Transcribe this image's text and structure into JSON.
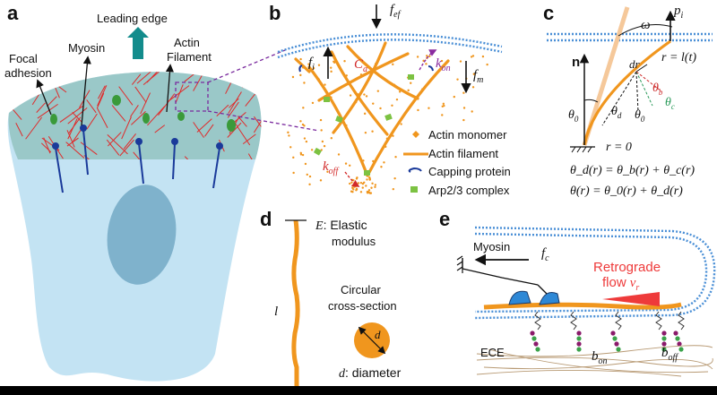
{
  "panels": {
    "a": {
      "letter": "a",
      "leading_edge": "Leading edge",
      "focal_adhesion_1": "Focal",
      "focal_adhesion_2": "adhesion",
      "myosin": "Myosin",
      "actin_1": "Actin",
      "actin_2": "Filament"
    },
    "b": {
      "letter": "b",
      "f_ef": "f",
      "f_ef_sub": "ef",
      "f_i": "f",
      "f_i_sub": "i",
      "c_a": "C",
      "c_a_sub": "a",
      "k_on": "k",
      "k_on_sub": "on",
      "f_m": "f",
      "f_m_sub": "m",
      "k_off": "k",
      "k_off_sub": "off",
      "legend": [
        "Actin monomer",
        "Actin filament",
        "Capping protein",
        "Arp2/3 complex"
      ]
    },
    "c": {
      "letter": "c",
      "p_i": "p",
      "p_i_sub": "i",
      "omega": "ω",
      "n": "n",
      "dr": "dr",
      "theta_b": "θ",
      "theta_b_sub": "b",
      "theta_c": "θ",
      "theta_c_sub": "c",
      "theta_0": "θ",
      "theta_0_sub": "0",
      "theta_d": "θ",
      "theta_d_sub": "d",
      "theta_0b": "θ",
      "theta_0b_sub": "0",
      "r_lt": "r = l(t)",
      "r_0": "r = 0",
      "eq1": "θ_d(r) = θ_b(r) + θ_c(r)",
      "eq2": "θ(r) = θ_0(r) + θ_d(r)"
    },
    "d": {
      "letter": "d",
      "E": "E",
      "E_desc_1": ": Elastic",
      "E_desc_2": "modulus",
      "l": "l",
      "cross_1": "Circular",
      "cross_2": "cross-section",
      "d_sym": "d",
      "d_desc": ": diameter"
    },
    "e": {
      "letter": "e",
      "myosin": "Myosin",
      "f_c": "f",
      "f_c_sub": "c",
      "retro_1": "Retrograde",
      "retro_2": "flow",
      "v_r": "v",
      "v_r_sub": "r",
      "ece": "ECE",
      "b_on": "b",
      "b_on_sub": "on",
      "b_off": "b",
      "b_off_sub": "off"
    }
  },
  "colors": {
    "actin": "#f0961e",
    "membrane": "#4a8fd6",
    "cell_body": "#c3e3f3",
    "nucleus": "#7fb2cc",
    "lamella": "#9ac8c8",
    "filament_red": "#e02a2a",
    "arp": "#7cc242",
    "leading_arrow": "#138c8c",
    "k_on": "#8a2a9e",
    "k_off": "#d22a2a",
    "theta_b": "#cc2a2a",
    "theta_c": "#2a9a5a",
    "retro_red": "#ee3a3a",
    "myosin_blue": "#2e88d6"
  }
}
